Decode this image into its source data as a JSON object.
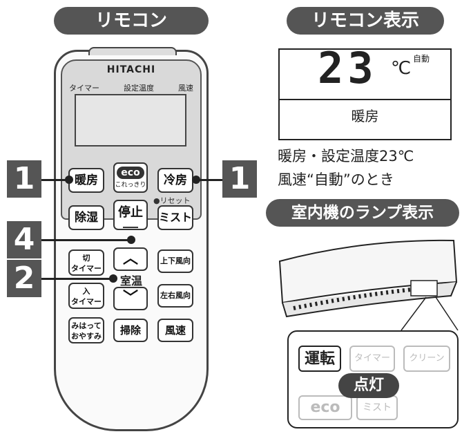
{
  "left_heading": "リモコン",
  "right_heading": "リモコン表示",
  "lamp_heading": "室内機のランプ表示",
  "callouts": [
    "1",
    "1",
    "4",
    "2"
  ],
  "remote": {
    "brand": "HITACHI",
    "lcd_labels": [
      "タイマー",
      "設定温度",
      "風速"
    ],
    "buttons": {
      "heat": "暖房",
      "eco_main": "eco",
      "eco_sub": "これっきり",
      "cool": "冷房",
      "reset": "●リセット",
      "dry": "除湿",
      "stop": "停止",
      "mist": "ミスト",
      "off_timer_1": "切",
      "off_timer_2": "タイマー",
      "on_timer_1": "入",
      "on_timer_2": "タイマー",
      "temp": "室温",
      "updown": "上下風向",
      "leftright": "左右風向",
      "sleep_1": "みはって",
      "sleep_2": "おやすみ",
      "clean": "掃除",
      "fan": "風速"
    }
  },
  "display": {
    "temp_digits": "23",
    "unit": "℃",
    "fan_label": "自動",
    "mode": "暖房"
  },
  "caption": [
    "暖房・設定温度23℃",
    "風速“自動”のとき"
  ],
  "lamps": {
    "run": "運転",
    "timer": "タイマー",
    "clean": "クリーン",
    "eco": "eco",
    "mist": "ミスト",
    "lit": "点灯"
  }
}
